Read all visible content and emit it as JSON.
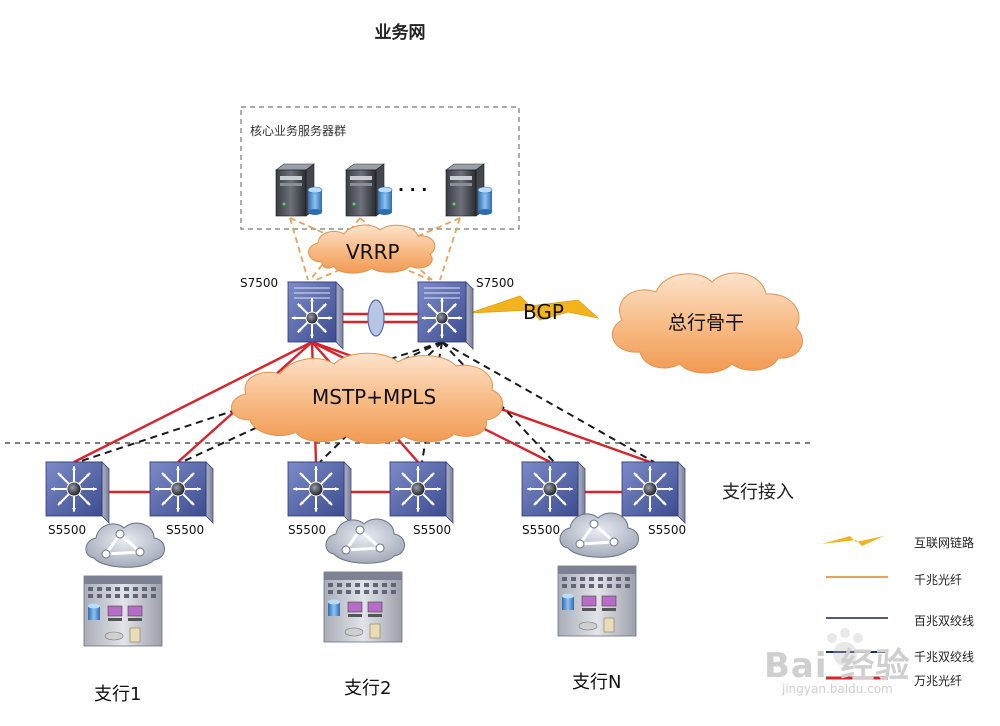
{
  "title": "业务网",
  "cluster": {
    "label": "核心业务服务器群",
    "ellipsis": "· · ·"
  },
  "vrrp": "VRRP",
  "core_switches": [
    {
      "model": "S7500"
    },
    {
      "model": "S7500"
    }
  ],
  "bgp": "BGP",
  "backbone": "总行骨干",
  "mstp_mpls": "MSTP+MPLS",
  "access_label": "支行接入",
  "access_switches": [
    {
      "model": "S5500"
    },
    {
      "model": "S5500"
    },
    {
      "model": "S5500"
    },
    {
      "model": "S5500"
    },
    {
      "model": "S5500"
    },
    {
      "model": "S5500"
    }
  ],
  "branches": [
    {
      "name": "支行1"
    },
    {
      "name": "支行2"
    },
    {
      "name": "支行N"
    }
  ],
  "legend": [
    {
      "label": "互联网链路",
      "type": "lightning",
      "color": "#f2b31d"
    },
    {
      "label": "千兆光纤",
      "type": "line",
      "color": "#e8a25a"
    },
    {
      "label": "百兆双绞线",
      "type": "line",
      "color": "#555a6e"
    },
    {
      "label": "千兆双绞线",
      "type": "line",
      "color": "#1c2f63"
    },
    {
      "label": "万兆光纤",
      "type": "line",
      "color": "#d8232a"
    }
  ],
  "watermark": {
    "brand": "Bai 经验",
    "url": "jingyan.baidu.com"
  },
  "colors": {
    "red_link": "#d8232a",
    "dashed_link": "#1a1a1a",
    "orange_link": "#e8a25a",
    "cloud_fill": "#f6b27a",
    "switch_fill": "#5a6aa8"
  }
}
